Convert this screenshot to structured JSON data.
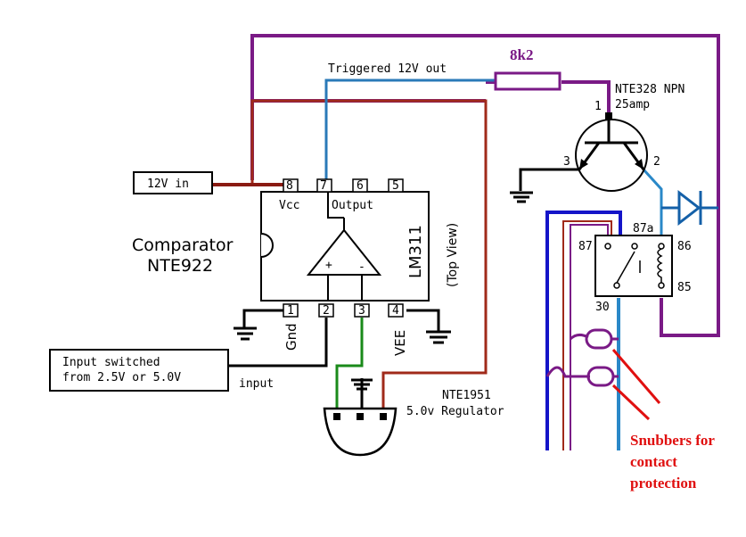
{
  "labels": {
    "input_12v": "12V in",
    "triggered_out": "Triggered 12V out",
    "resistor": "8k2",
    "transistor_name": "NTE328 NPN",
    "transistor_rating": "25amp",
    "comparator_name": "Comparator",
    "comparator_part": "NTE922",
    "chip_part": "LM311",
    "top_view": "(Top View)",
    "vcc": "Vcc",
    "output": "Output",
    "gnd": "Gnd",
    "vee": "VEE",
    "input_box_line1": "Input switched",
    "input_box_line2": "from 2.5V or 5.0V",
    "input": "input",
    "regulator_name": "NTE1951",
    "regulator_desc": "5.0v Regulator",
    "snubber_line1": "Snubbers for",
    "snubber_line2": "contact",
    "snubber_line3": "protection",
    "op_plus": "+",
    "op_minus": "-"
  },
  "pins": {
    "p1": "1",
    "p2": "2",
    "p3": "3",
    "p4": "4",
    "p5": "5",
    "p6": "6",
    "p7": "7",
    "p8": "8"
  },
  "transistor_pins": {
    "t1": "1",
    "t2": "2",
    "t3": "3"
  },
  "relay_pins": {
    "r87": "87",
    "r87a": "87a",
    "r86": "86",
    "r85": "85",
    "r30": "30"
  },
  "colors": {
    "purple": "#7a1a86",
    "brown": "#a02a1a",
    "blue_wire": "#2a88c8",
    "dark_blue": "#1414c8",
    "green": "#1a8a1a",
    "red": "#e01010"
  }
}
